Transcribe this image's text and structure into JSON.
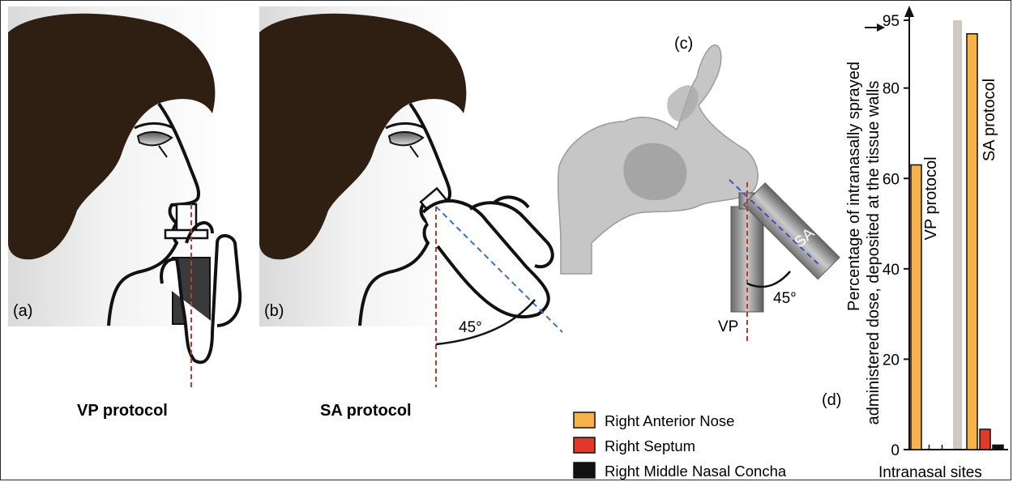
{
  "panels": {
    "a": {
      "letter": "(a)",
      "caption": "VP protocol"
    },
    "b": {
      "letter": "(b)",
      "caption": "SA protocol",
      "angle": "45°"
    },
    "c": {
      "letter": "(c)",
      "sa_label": "SA",
      "vp_label": "VP",
      "angle": "45°"
    },
    "d": {
      "letter": "(d)"
    }
  },
  "legend": [
    {
      "label": "Right Anterior Nose",
      "color": "#f7b24a"
    },
    {
      "label": "Right Septum",
      "color": "#e23a2a"
    },
    {
      "label": "Right Middle Nasal Concha",
      "color": "#111111"
    }
  ],
  "chart_data": {
    "type": "bar",
    "ylabel_line1": "Percentage of intranasally sprayed",
    "ylabel_line2": "administered dose, deposited at the tissue walls",
    "xlabel": "Intranasal sites",
    "yticks": [
      0,
      20,
      40,
      60,
      80,
      95
    ],
    "ylim": [
      0,
      95
    ],
    "groups": [
      {
        "name": "VP protocol",
        "values": [
          63,
          0,
          0
        ]
      },
      {
        "name": "SA protocol",
        "values": [
          92,
          4.5,
          1
        ]
      }
    ],
    "series": [
      {
        "name": "Right Anterior Nose",
        "color": "#f7b24a"
      },
      {
        "name": "Right Septum",
        "color": "#e23a2a"
      },
      {
        "name": "Right Middle Nasal Concha",
        "color": "#111111"
      }
    ]
  }
}
